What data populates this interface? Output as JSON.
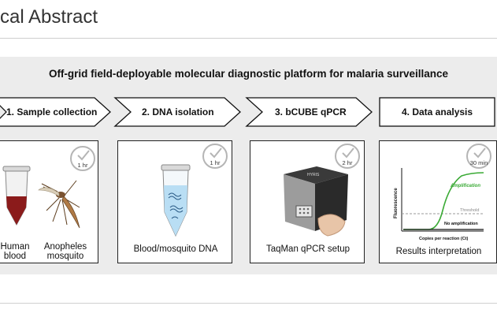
{
  "page": {
    "heading": "cal Abstract"
  },
  "abstract": {
    "title": "Off-grid field-deployable molecular diagnostic platform for malaria surveillance",
    "steps": [
      {
        "label": "1.  Sample collection"
      },
      {
        "label": "2. DNA isolation"
      },
      {
        "label": "3. bCUBE qPCR"
      },
      {
        "label": "4. Data analysis"
      }
    ],
    "cards": [
      {
        "time": "1 hr",
        "captions": [
          "Human blood",
          "Anopheles mosquito"
        ],
        "caption_lines": [
          [
            "Human",
            "blood"
          ],
          [
            "Anopheles",
            "mosquito"
          ]
        ]
      },
      {
        "time": "1 hr",
        "caption": "Blood/mosquito DNA"
      },
      {
        "time": "2 hr",
        "caption": "TaqMan qPCR setup",
        "device_label": "HYRIS"
      },
      {
        "time": "30 min",
        "caption": "Results interpretation"
      }
    ],
    "plot": {
      "ylabel": "Fluorescence",
      "xlabel": "Copies per reaction (Ct)",
      "amplification": "Amplification",
      "threshold": "Threshold",
      "no_amplification": "No amplification",
      "colors": {
        "amplification": "#3aaa35",
        "threshold": "#999999",
        "baseline": "#111111"
      }
    }
  }
}
